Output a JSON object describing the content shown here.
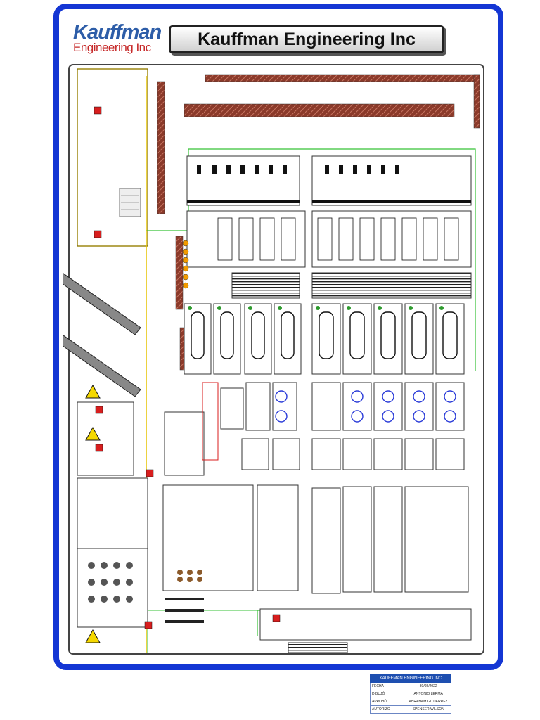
{
  "header": {
    "logo_line1": "Kauffman",
    "logo_line2": "Engineering Inc",
    "title": "Kauffman Engineering Inc"
  },
  "title_block": {
    "heading": "KAUFFMAN ENGINEERING INC",
    "rows": [
      {
        "label": "FECHA",
        "value": "30/08/2022"
      },
      {
        "label": "DIBUJÓ",
        "value": "ANTONIO LERMA"
      },
      {
        "label": "APROBÓ",
        "value": "ABRAHAM GUTIERREZ"
      },
      {
        "label": "AUTORIZÓ",
        "value": "SPENSER WILSON"
      }
    ]
  },
  "colors": {
    "frame": "#1436d4",
    "racks": "#8b3a2a",
    "walls": "#333333",
    "route_green": "#36c236",
    "route_yellow": "#e6c300",
    "exit_red": "#d81e1e",
    "hazard_yellow": "#f5d800"
  },
  "icons": [
    "hazard-warning-icon",
    "fire-extinguisher-icon",
    "exit-sign-icon"
  ]
}
